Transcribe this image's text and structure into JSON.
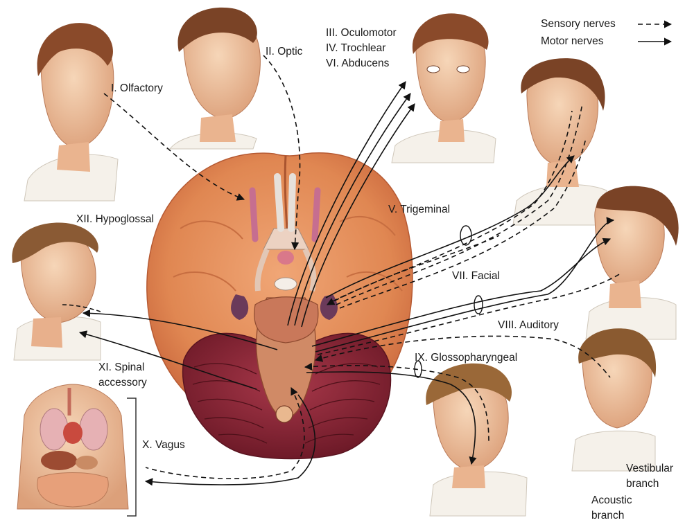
{
  "legend": {
    "sensory_label": "Sensory nerves",
    "motor_label": "Motor nerves"
  },
  "nerves": {
    "olfactory": "I. Olfactory",
    "optic": "II. Optic",
    "oculomotor": "III. Oculomotor",
    "trochlear": "IV. Trochlear",
    "abducens": "VI. Abducens",
    "trigeminal": "V. Trigeminal",
    "facial": "VII. Facial",
    "auditory": "VIII. Auditory",
    "glossopharyngeal": "IX. Glossopharyngeal",
    "vagus": "X. Vagus",
    "spinal_accessory_line1": "XI. Spinal",
    "spinal_accessory_line2": "accessory",
    "hypoglossal": "XII. Hypoglossal"
  },
  "branches": {
    "vestibular_line1": "Vestibular",
    "vestibular_line2": "branch",
    "acoustic_line1": "Acoustic",
    "acoustic_line2": "branch"
  },
  "colors": {
    "skin": "#f1c7a3",
    "skin_shadow": "#d99a74",
    "hair": "#7a4326",
    "brain": "#e58f5c",
    "brain_dark": "#c9663c",
    "cerebellum": "#8a2434",
    "brainstem": "#c77a5a",
    "nerve_line": "#111111"
  }
}
